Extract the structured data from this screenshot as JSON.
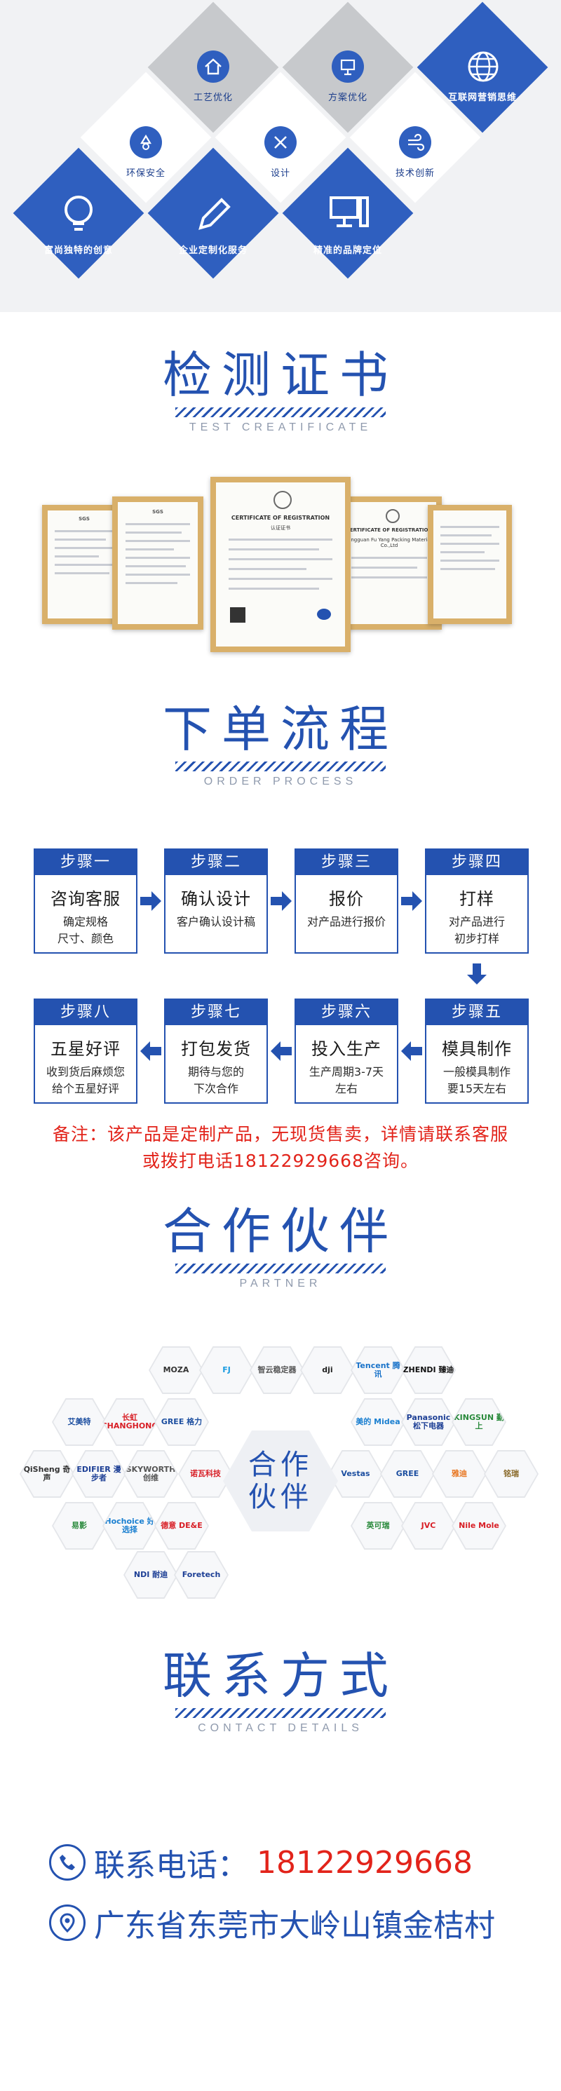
{
  "banner": {
    "items": [
      {
        "label": "工艺优化",
        "icon": "house-icon"
      },
      {
        "label": "方案优化",
        "icon": "presentation-icon"
      },
      {
        "label": "互联网营销思维",
        "icon": "globe-icon"
      },
      {
        "label": "环保安全",
        "icon": "recycle-icon"
      },
      {
        "label": "设计",
        "icon": "pencil-ruler-icon"
      },
      {
        "label": "技术创新",
        "icon": "wind-icon"
      },
      {
        "label": "富尚独特的创意",
        "icon": "lightbulb-icon"
      },
      {
        "label": "企业定制化服务",
        "icon": "pencil-icon"
      },
      {
        "label": "精准的品牌定位",
        "icon": "computer-icon"
      }
    ]
  },
  "certificates": {
    "title": "检测证书",
    "subtitle": "TEST CREATIFICATE",
    "main_heading": "CERTIFICATE OF REGISTRATION",
    "main_sub": "认证证书",
    "right_heading": "CERTIFICATE OF REGISTRATION",
    "right_company": "Dongguan Fu Yang Packing Materials Co.,Ltd",
    "left_logo": "SGS"
  },
  "process": {
    "title": "下单流程",
    "subtitle": "ORDER PROCESS",
    "steps": [
      {
        "head": "步骤一",
        "title": "咨询客服",
        "desc1": "确定规格",
        "desc2": "尺寸、颜色"
      },
      {
        "head": "步骤二",
        "title": "确认设计",
        "desc1": "客户确认设计稿",
        "desc2": ""
      },
      {
        "head": "步骤三",
        "title": "报价",
        "desc1": "对产品进行报价",
        "desc2": ""
      },
      {
        "head": "步骤四",
        "title": "打样",
        "desc1": "对产品进行",
        "desc2": "初步打样"
      },
      {
        "head": "步骤五",
        "title": "模具制作",
        "desc1": "一般模具制作",
        "desc2": "要15天左右"
      },
      {
        "head": "步骤六",
        "title": "投入生产",
        "desc1": "生产周期3-7天",
        "desc2": "左右"
      },
      {
        "head": "步骤七",
        "title": "打包发货",
        "desc1": "期待与您的",
        "desc2": "下次合作"
      },
      {
        "head": "步骤八",
        "title": "五星好评",
        "desc1": "收到货后麻烦您",
        "desc2": "给个五星好评"
      }
    ],
    "note_line1": "备注：该产品是定制产品，无现货售卖，详情请联系客服",
    "note_line2": "或拨打电话18122929668咨询。"
  },
  "partners": {
    "title": "合作伙伴",
    "subtitle": "PARTNER",
    "center_line1": "合作",
    "center_line2": "伙伴",
    "logos": [
      {
        "name": "MOZA",
        "color": "#333333"
      },
      {
        "name": "FJ",
        "color": "#1a9be0"
      },
      {
        "name": "智云稳定器",
        "color": "#555555"
      },
      {
        "name": "dji",
        "color": "#222222"
      },
      {
        "name": "Tencent 腾讯",
        "color": "#1a73c9"
      },
      {
        "name": "ZHENDI 臻迪",
        "color": "#111111"
      },
      {
        "name": "艾美特",
        "color": "#1d4fa0"
      },
      {
        "name": "长虹 CHANGHONG",
        "color": "#d81f26"
      },
      {
        "name": "GREE 格力",
        "color": "#1d4fa0"
      },
      {
        "name": "美的 Midea",
        "color": "#1a7fd0"
      },
      {
        "name": "Panasonic 松下电器",
        "color": "#1d3f95"
      },
      {
        "name": "KINGSUN 勤上",
        "color": "#2a8a3c"
      },
      {
        "name": "QiSheng 奇声",
        "color": "#333333"
      },
      {
        "name": "EDIFIER 漫步者",
        "color": "#1d3f95"
      },
      {
        "name": "SKYWORTH 创维",
        "color": "#555555"
      },
      {
        "name": "诺瓦科技",
        "color": "#d81f26"
      },
      {
        "name": "Vestas",
        "color": "#1d4fa0"
      },
      {
        "name": "GREE",
        "color": "#1d4fa0"
      },
      {
        "name": "雅迪",
        "color": "#e87722"
      },
      {
        "name": "铭瑞",
        "color": "#8a6a2a"
      },
      {
        "name": "易影",
        "color": "#2a8a3c"
      },
      {
        "name": "Hochoice 好选择",
        "color": "#1a7fd0"
      },
      {
        "name": "德意 DE&E",
        "color": "#d81f26"
      },
      {
        "name": "英可瑞",
        "color": "#2a8a3c"
      },
      {
        "name": "JVC",
        "color": "#d81f26"
      },
      {
        "name": "Nile Mole",
        "color": "#d81f26"
      },
      {
        "name": "NDI 耐迪",
        "color": "#1d3f95"
      },
      {
        "name": "Foretech",
        "color": "#1d3f95"
      }
    ]
  },
  "contact": {
    "title": "联系方式",
    "subtitle": "CONTACT DETAILS",
    "phone_label": "联系电话：",
    "phone": "18122929668",
    "address": "广东省东莞市大岭山镇金桔村"
  },
  "colors": {
    "primary": "#2452b0",
    "accent": "#e2231a"
  }
}
